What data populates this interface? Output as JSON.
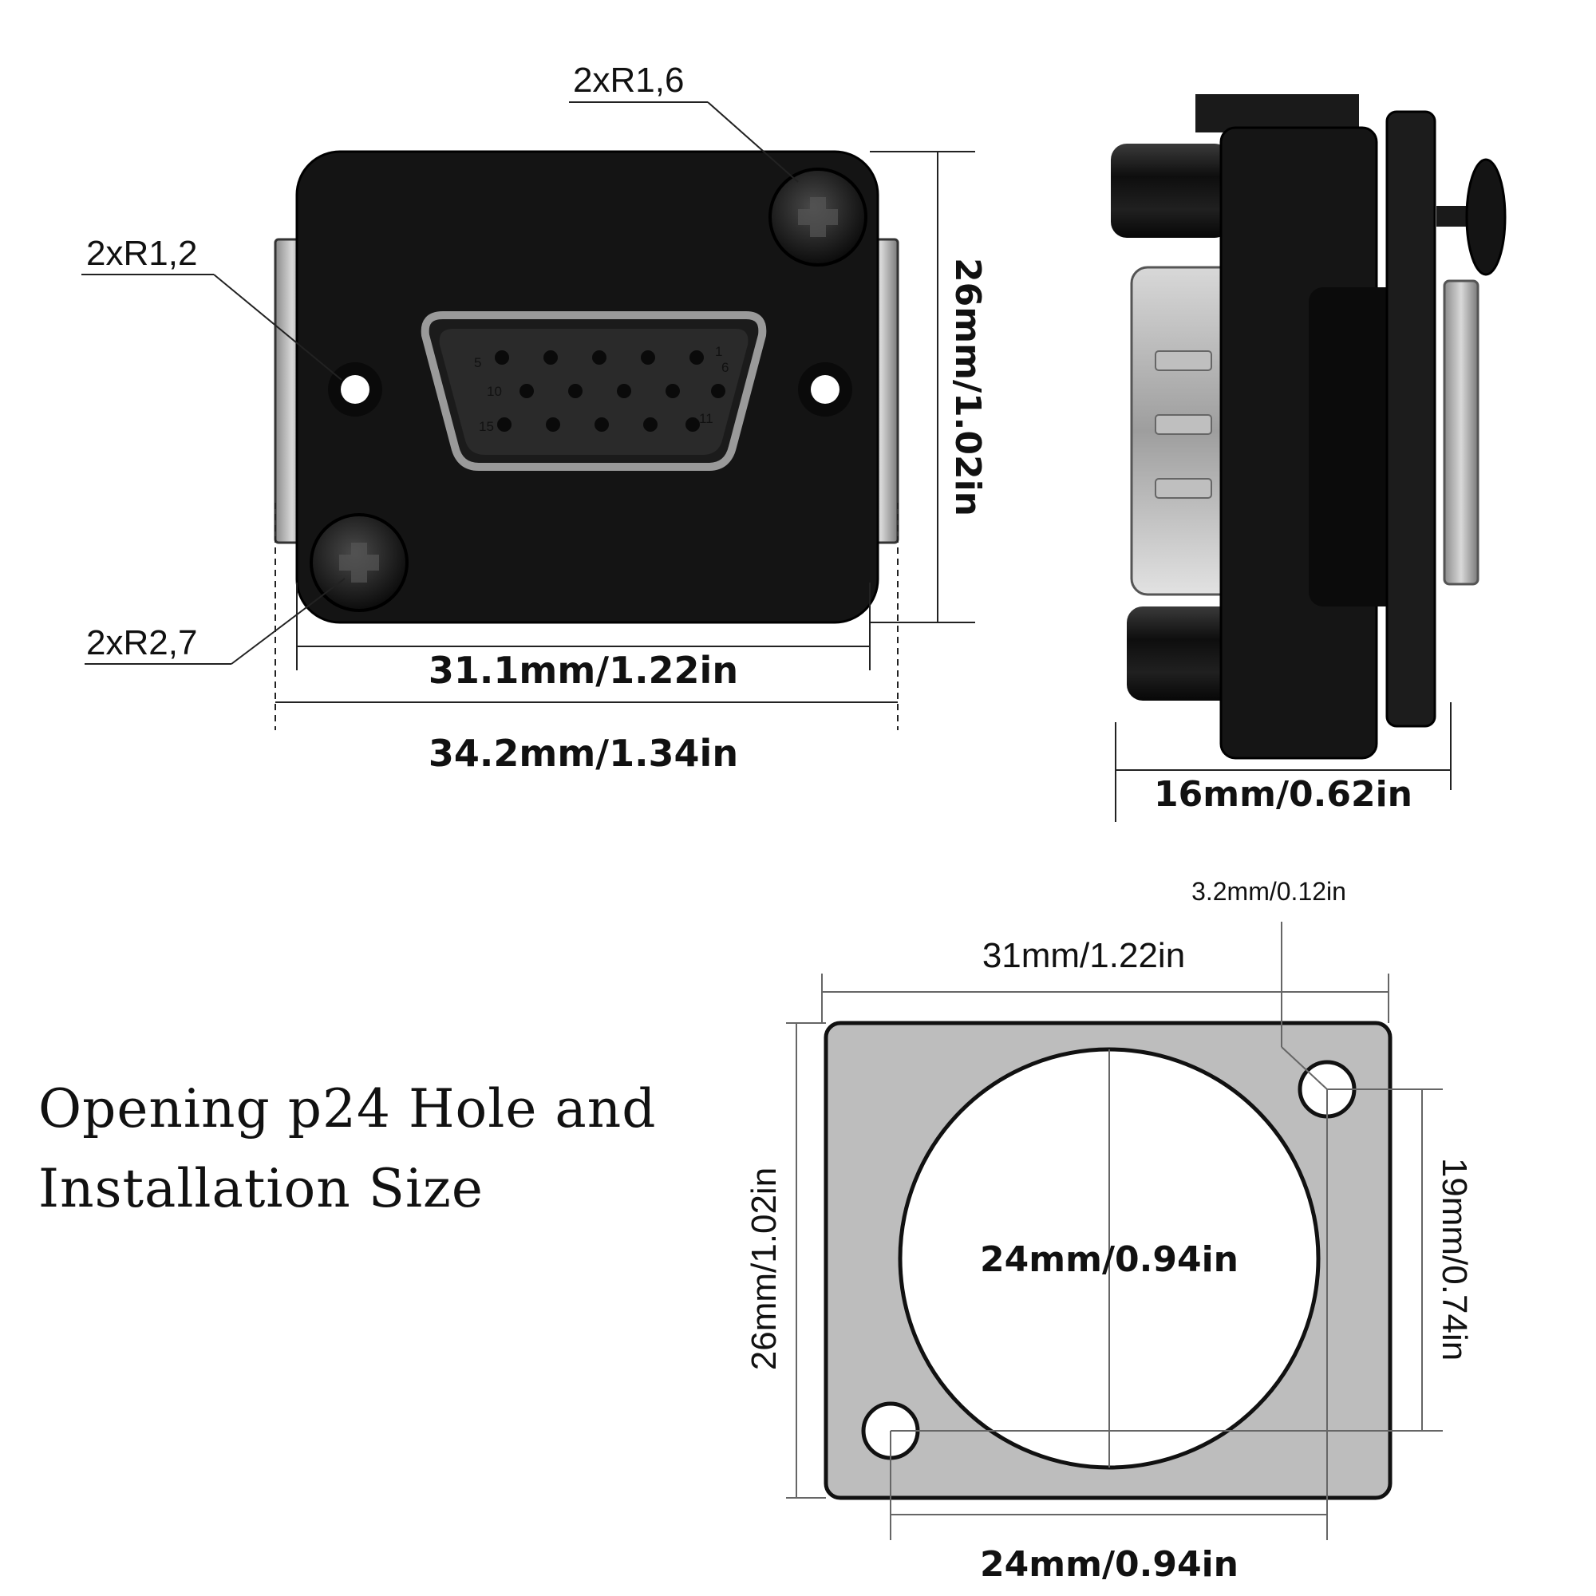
{
  "front_view": {
    "callout_top_screw": "2xR1,6",
    "callout_side_hole": "2xR1,2",
    "callout_bottom_screw": "2xR2,7",
    "height": "26mm/1.02in",
    "flange_width": "31.1mm/1.22in",
    "overall_width": "34.2mm/1.34in",
    "pin_numbers": [
      "5",
      "1",
      "6",
      "10",
      "15",
      "11"
    ]
  },
  "side_view": {
    "depth": "16mm/0.62in"
  },
  "installation": {
    "heading_line1": "Opening p24 Hole and",
    "heading_line2": "Installation Size",
    "hole_diameter": "3.2mm/0.12in",
    "plate_width": "31mm/1.22in",
    "plate_height": "26mm/1.02in",
    "hole_spacing_vertical": "19mm/0.74in",
    "opening_diameter": "24mm/0.94in",
    "hole_spacing_horizontal": "24mm/0.94in"
  },
  "colors": {
    "connector_body": "#141414",
    "plate_fill": "#bdbdbd",
    "dimension_line": "#555555",
    "metal": "#c9c9c9"
  }
}
